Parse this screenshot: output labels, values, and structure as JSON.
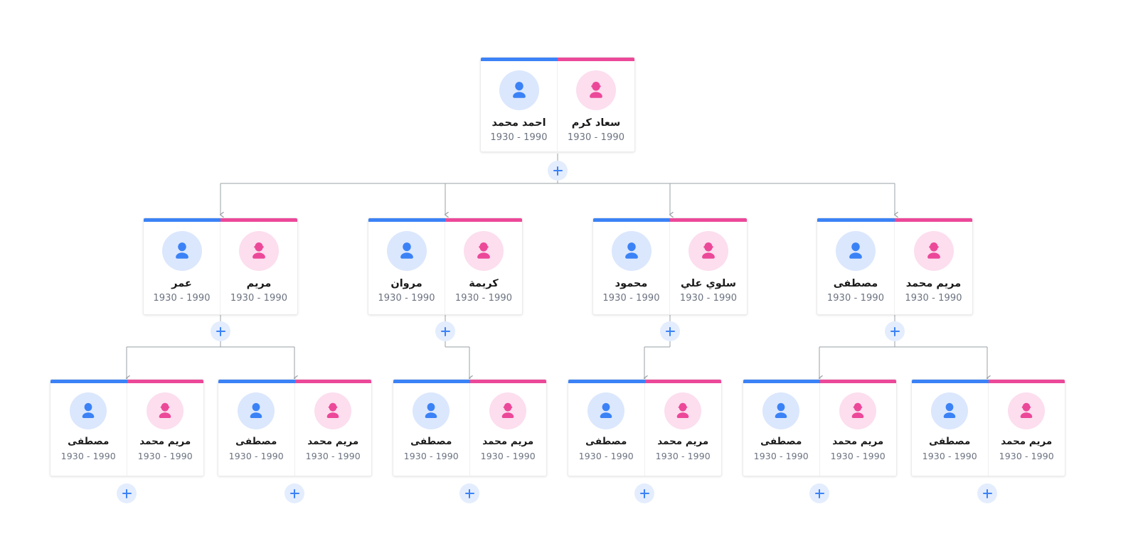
{
  "app": {
    "title": "Family Tree",
    "colors": {
      "male_bar": "#3b82f6",
      "female_bar": "#ec4899",
      "male_avatar_bg": "#dbe7fd",
      "female_avatar_bg": "#fcdeee",
      "male_glyph": "#3b82f6",
      "female_glyph": "#ec4899",
      "connector_line": "#9aa0a6",
      "plus_bg": "#e3edfd",
      "plus_glyph": "#3b82f6",
      "card_bg": "#ffffff",
      "card_border": "#ececec",
      "name_text": "#1a1a1a",
      "dates_text": "#6b7280",
      "canvas_bg": "#ffffff"
    },
    "icons": {
      "male_avatar": "person-male-icon",
      "female_avatar": "person-female-icon",
      "add": "plus-icon",
      "arrow": "arrow-down-icon"
    }
  },
  "generations": [
    {
      "level": 1,
      "couples": [
        {
          "id": "g1c1",
          "male": {
            "name": "احمد محمد",
            "dates": "1930 - 1990"
          },
          "female": {
            "name": "سعاد كرم",
            "dates": "1930 - 1990"
          }
        }
      ]
    },
    {
      "level": 2,
      "couples": [
        {
          "id": "g2c1",
          "male": {
            "name": "عمر",
            "dates": "1930 - 1990"
          },
          "female": {
            "name": "مريم",
            "dates": "1930 - 1990"
          }
        },
        {
          "id": "g2c2",
          "male": {
            "name": "مروان",
            "dates": "1930 - 1990"
          },
          "female": {
            "name": "كريمة",
            "dates": "1930 - 1990"
          }
        },
        {
          "id": "g2c3",
          "male": {
            "name": "محمود",
            "dates": "1930 - 1990"
          },
          "female": {
            "name": "سلوي علي",
            "dates": "1930 - 1990"
          }
        },
        {
          "id": "g2c4",
          "male": {
            "name": "مصطفى",
            "dates": "1930 - 1990"
          },
          "female": {
            "name": "مريم محمد",
            "dates": "1930 - 1990"
          }
        }
      ]
    },
    {
      "level": 3,
      "couples": [
        {
          "id": "g3c1",
          "male": {
            "name": "مصطفى",
            "dates": "1930 - 1990"
          },
          "female": {
            "name": "مريم محمد",
            "dates": "1930 - 1990"
          }
        },
        {
          "id": "g3c2",
          "male": {
            "name": "مصطفى",
            "dates": "1930 - 1990"
          },
          "female": {
            "name": "مريم محمد",
            "dates": "1930 - 1990"
          }
        },
        {
          "id": "g3c3",
          "male": {
            "name": "مصطفى",
            "dates": "1930 - 1990"
          },
          "female": {
            "name": "مريم محمد",
            "dates": "1930 - 1990"
          }
        },
        {
          "id": "g3c4",
          "male": {
            "name": "مصطفى",
            "dates": "1930 - 1990"
          },
          "female": {
            "name": "مريم محمد",
            "dates": "1930 - 1990"
          }
        },
        {
          "id": "g3c5",
          "male": {
            "name": "مصطفى",
            "dates": "1930 - 1990"
          },
          "female": {
            "name": "مريم محمد",
            "dates": "1930 - 1990"
          }
        },
        {
          "id": "g3c6",
          "male": {
            "name": "مصطفى",
            "dates": "1930 - 1990"
          },
          "female": {
            "name": "مريم محمد",
            "dates": "1930 - 1990"
          }
        }
      ]
    }
  ],
  "add_buttons": [
    {
      "id": "add-g1c1",
      "label": "+",
      "owner": "g1c1"
    },
    {
      "id": "add-g2c1",
      "label": "+",
      "owner": "g2c1"
    },
    {
      "id": "add-g2c2",
      "label": "+",
      "owner": "g2c2"
    },
    {
      "id": "add-g2c3",
      "label": "+",
      "owner": "g2c3"
    },
    {
      "id": "add-g2c4",
      "label": "+",
      "owner": "g2c4"
    },
    {
      "id": "add-g3c1",
      "label": "+",
      "owner": "g3c1"
    },
    {
      "id": "add-g3c2",
      "label": "+",
      "owner": "g3c2"
    },
    {
      "id": "add-g3c3",
      "label": "+",
      "owner": "g3c3"
    },
    {
      "id": "add-g3c4",
      "label": "+",
      "owner": "g3c4"
    },
    {
      "id": "add-g3c5",
      "label": "+",
      "owner": "g3c5"
    },
    {
      "id": "add-g3c6",
      "label": "+",
      "owner": "g3c6"
    }
  ]
}
